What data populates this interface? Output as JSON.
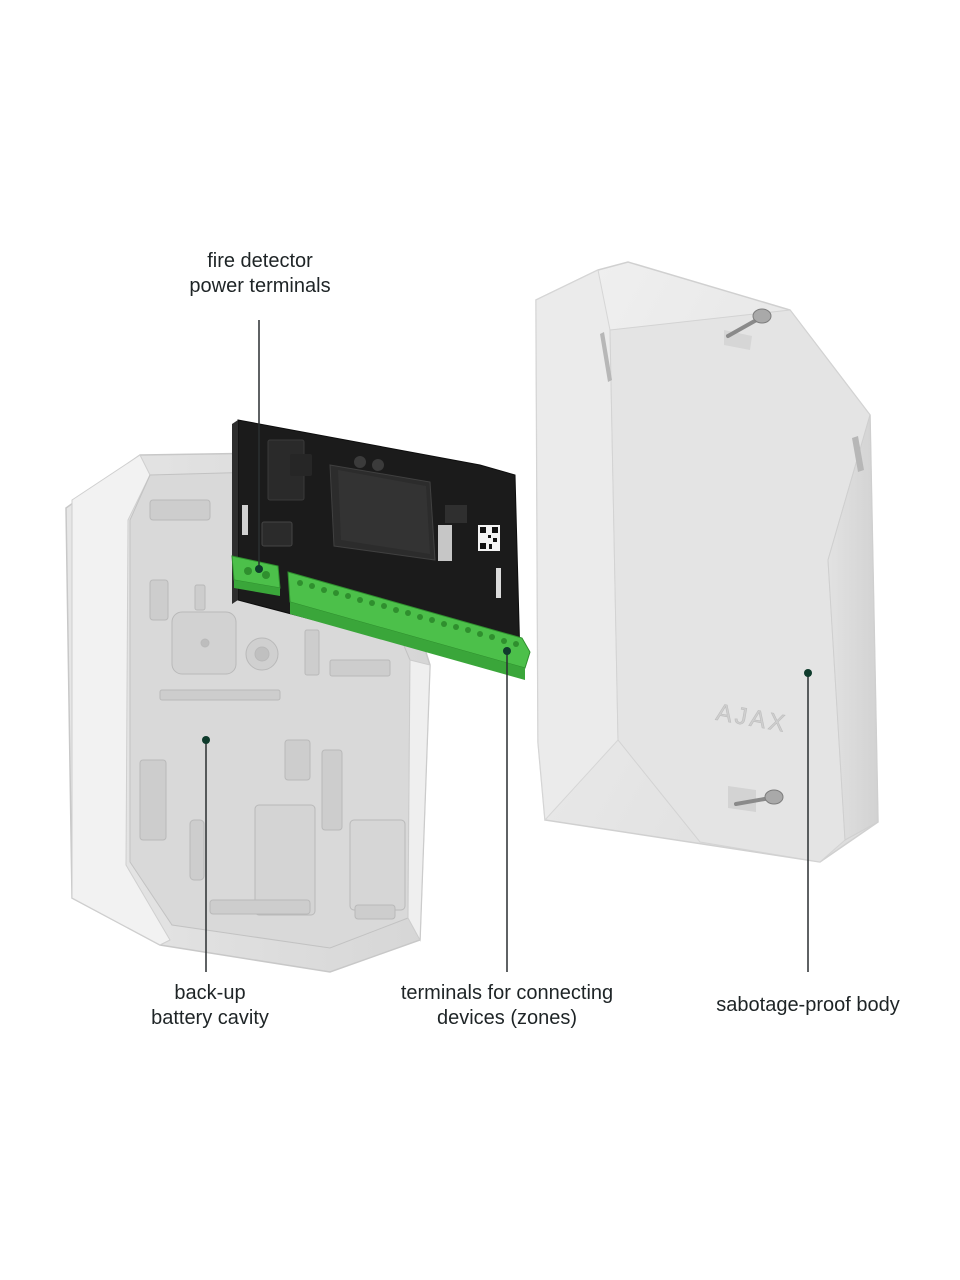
{
  "callouts": {
    "fire_detector": "fire detector\npower terminals",
    "battery": "back-up\nbattery cavity",
    "terminals": "terminals for connecting\ndevices (zones)",
    "body": "sabotage-proof body"
  },
  "device": {
    "logo": "AJAX"
  },
  "colors": {
    "text": "#1e2426",
    "leader_line": "#2a2f31",
    "marker_dot": "#0f3b2c",
    "terminal_green": "#4cc04a",
    "pcb_black": "#1a1a1a",
    "case_white": "#e9e9e9"
  }
}
